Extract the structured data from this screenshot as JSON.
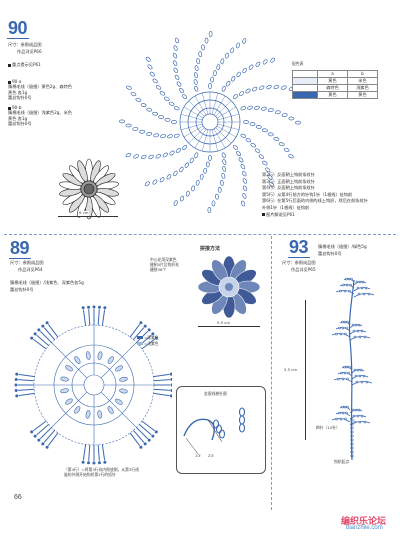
{
  "p90": {
    "number": "90",
    "size": "尺寸：参照成品图",
    "work": "作品详见P66",
    "key": "重点提示见P61",
    "variants": [
      {
        "tag": "90-a",
        "yarn": "腈棉毛线（极细）黄色2g、森特色",
        "color": "黄色 各1g",
        "hook": "蕾丝钩针0号"
      },
      {
        "tag": "90-b",
        "yarn": "腈棉毛线（极细）浅紫色2g、米色",
        "color": "黄色 各1g",
        "hook": "蕾丝钩针0号"
      }
    ],
    "rows": [
      "第2行）反面朝上钩前条纹针",
      "第3行）正面朝上钩前条纹针",
      "第4行）反面朝上钩前条纹针",
      "第5行）从第4行前方的针钩1针（1根线）处钩前",
      "第6行）在第5行后面的内侧的线上钩织，然后在前条纹针",
      "外侧1针（1根线）处钩前"
    ],
    "note": "图片解说见P61",
    "size_note": "6 cm",
    "color_table": {
      "title": "配色表",
      "headers": [
        "",
        "a",
        "b"
      ],
      "rows": [
        [
          "黄色",
          "黄色",
          "米色"
        ],
        [
          "",
          "森特色",
          "浅紫色"
        ],
        [
          "",
          "黄色",
          "黄色"
        ]
      ]
    }
  },
  "p89": {
    "number": "89",
    "size": "尺寸：参照成品图",
    "work": "作品详见P64",
    "yarn": "腈棉毛线（极细）/浅紫色、深紫色各5g",
    "hook": "蕾丝钩针0号",
    "legend": [
      "=深紫色",
      "=浅紫色"
    ],
    "assembly_title": "拼接方法",
    "assembly_note": [
      "中心花用深紫色",
      "缝制4片后钩织毛",
      "缠绕36个"
    ],
    "size_note": "5.5 cm",
    "hook_label": "金银线巻针图",
    "hook_steps": [
      "1③",
      "2③"
    ],
    "row_note": [
      "（第4行）=将第3行向内侧放倒，从第3行线",
      "量的外侧开始钩织第2行的短针"
    ]
  },
  "p93": {
    "number": "93",
    "size": "尺寸：参照成品图",
    "work": "作品详见P65",
    "yarn": "腈棉毛线（极细）/绿色5g",
    "hook": "蕾丝钩针0号",
    "height": "5.5 cm",
    "stem_label": "辫针（10针）",
    "start_label": "钩织起点"
  },
  "page_number": "66",
  "brand": {
    "name": "编织乐论坛",
    "url": "bianzhile.com"
  },
  "colors": {
    "accent": "#3a68b0",
    "line": "#7e9ac8",
    "brand": "#e14b6b"
  }
}
